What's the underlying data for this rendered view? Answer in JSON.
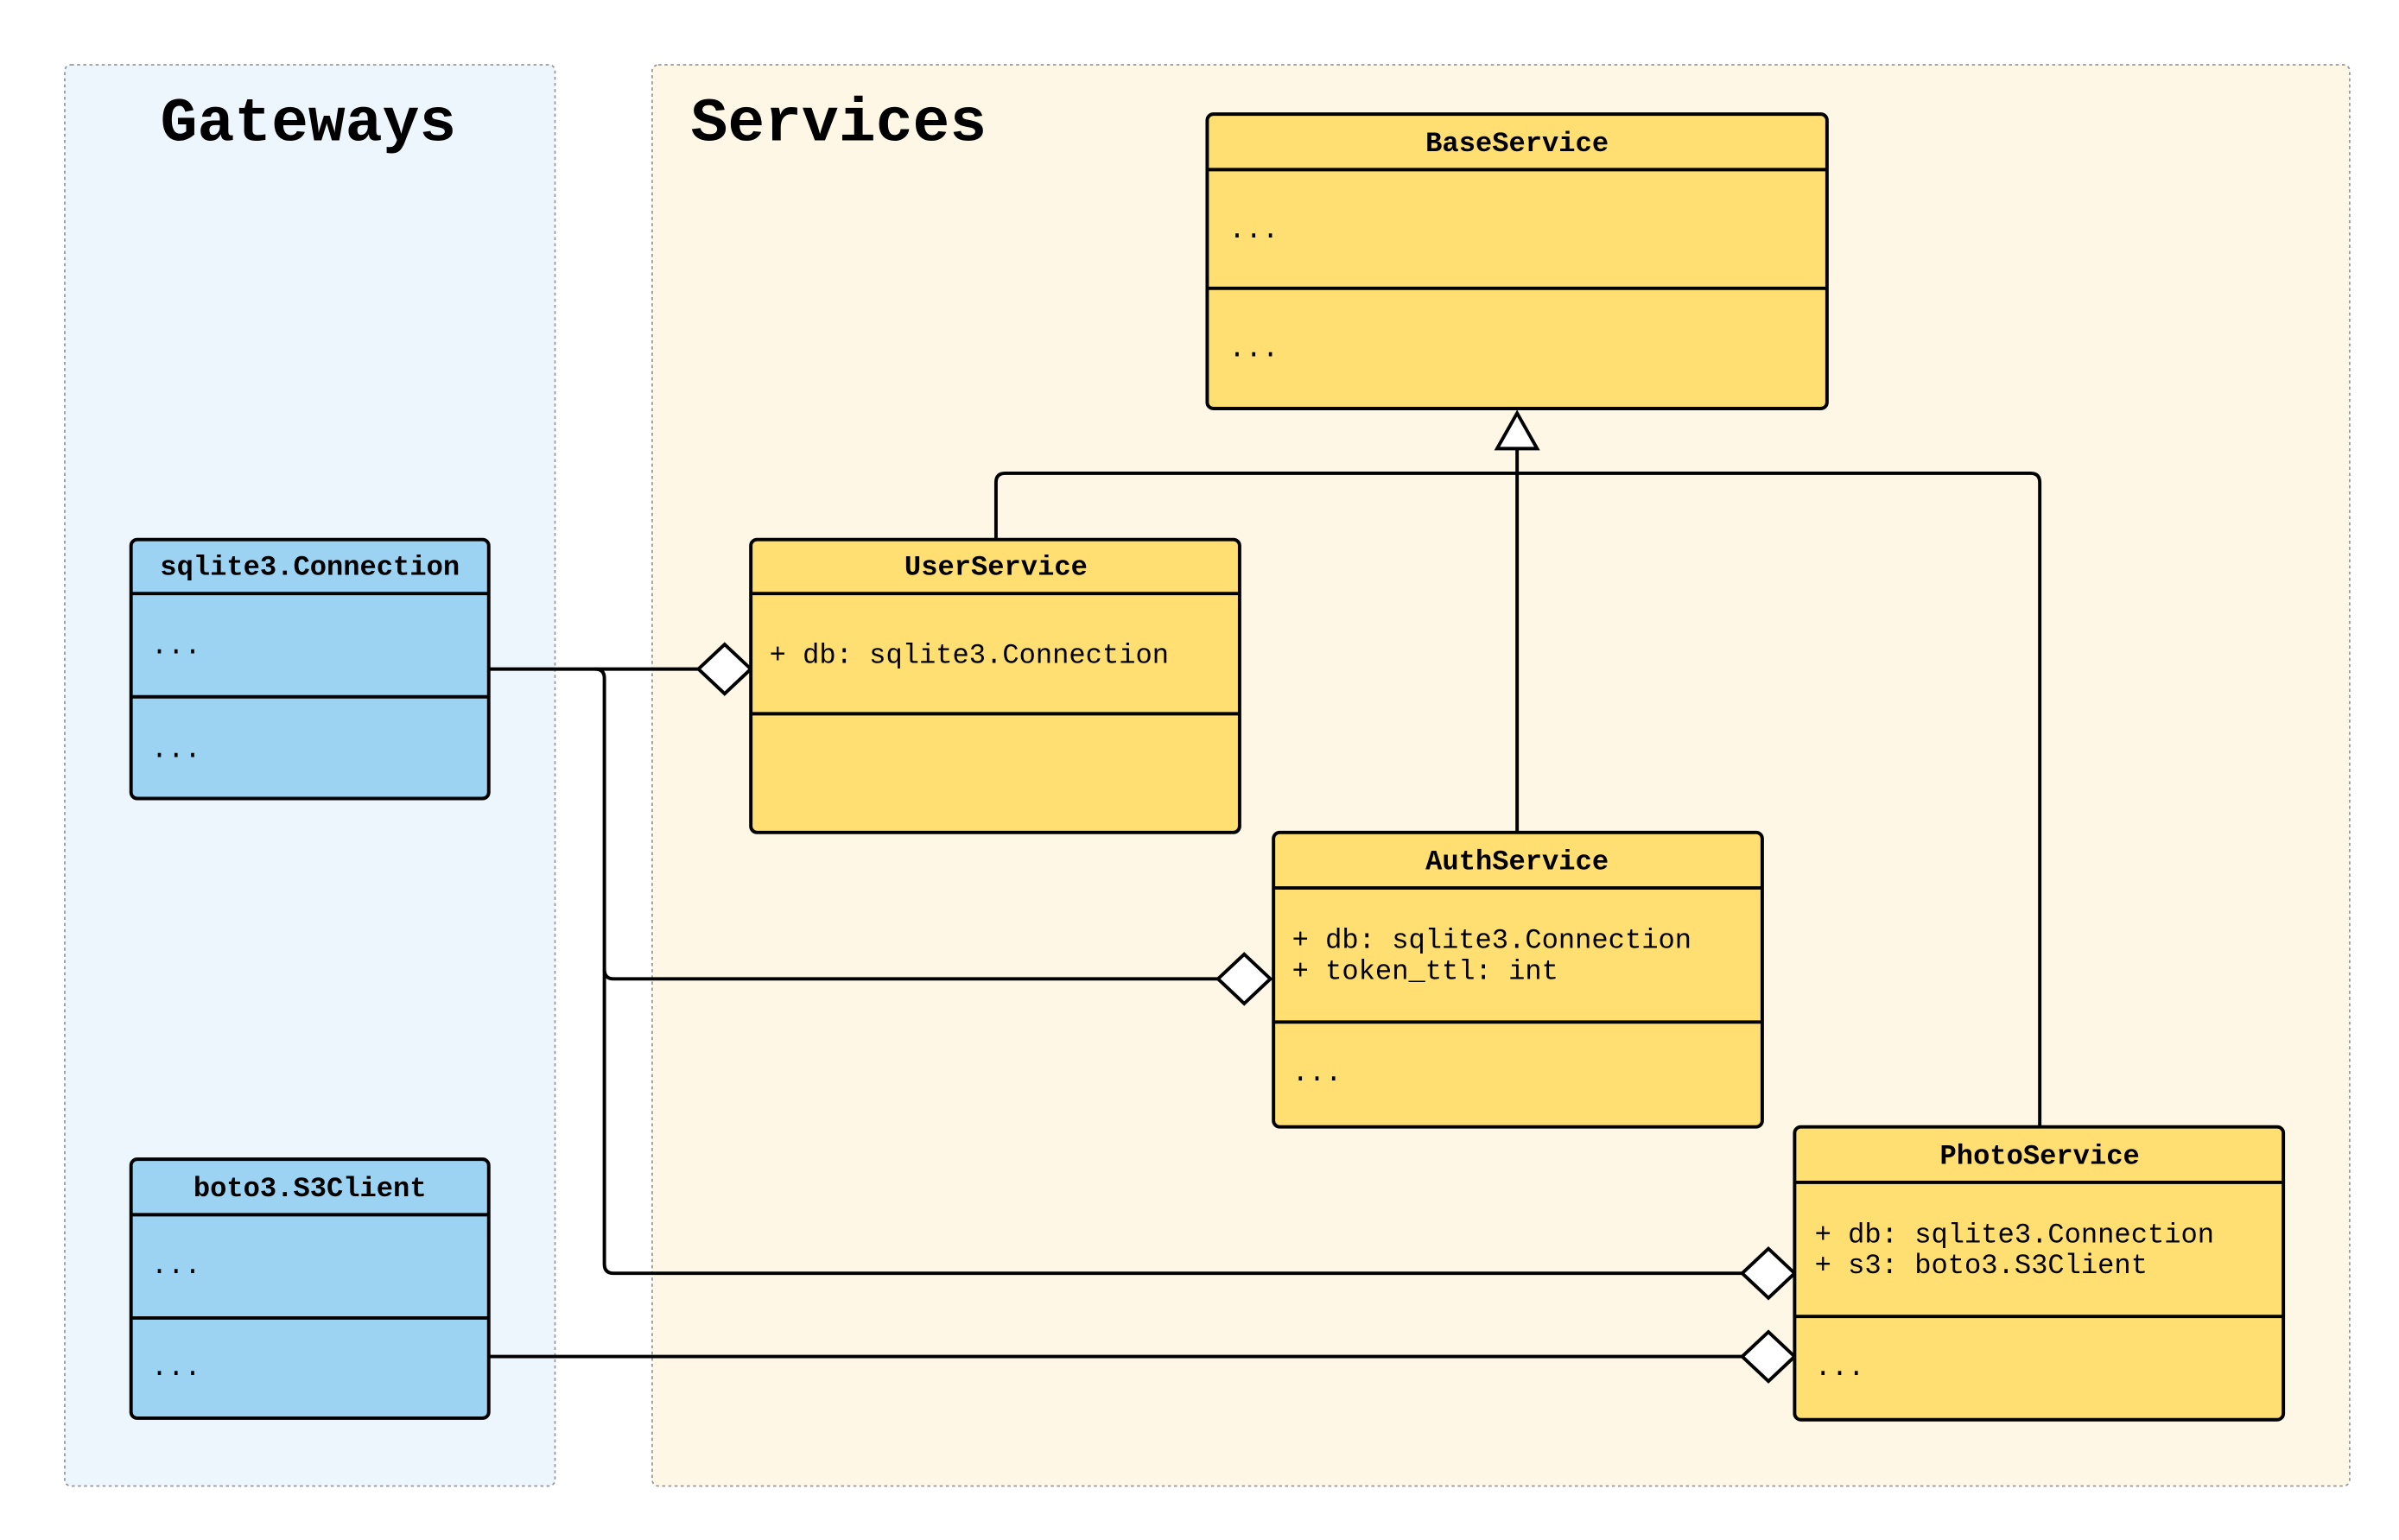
{
  "colors": {
    "gateways_panel": "#EDF5FD",
    "services_panel": "#FEF7E5",
    "gateway_class": "#9DD3F2",
    "service_class": "#FFDF72"
  },
  "gateways": {
    "title": "Gateways",
    "classes": [
      {
        "name": "sqlite3.Connection",
        "attributes": [
          "..."
        ],
        "methods": [
          "..."
        ]
      },
      {
        "name": "boto3.S3Client",
        "attributes": [
          "..."
        ],
        "methods": [
          "..."
        ]
      }
    ]
  },
  "services": {
    "title": "Services",
    "classes": [
      {
        "name": "BaseService",
        "attributes": [
          "..."
        ],
        "methods": [
          "..."
        ]
      },
      {
        "name": "UserService",
        "attributes": [
          "+ db: sqlite3.Connection"
        ],
        "methods": []
      },
      {
        "name": "AuthService",
        "attributes": [
          "+ db: sqlite3.Connection",
          "+ token_ttl: int"
        ],
        "methods": [
          "..."
        ]
      },
      {
        "name": "PhotoService",
        "attributes": [
          "+ db: sqlite3.Connection",
          "+ s3: boto3.S3Client"
        ],
        "methods": [
          "..."
        ]
      }
    ]
  },
  "relationships": [
    {
      "type": "inheritance",
      "from": "UserService",
      "to": "BaseService"
    },
    {
      "type": "inheritance",
      "from": "AuthService",
      "to": "BaseService"
    },
    {
      "type": "inheritance",
      "from": "PhotoService",
      "to": "BaseService"
    },
    {
      "type": "aggregation",
      "part": "sqlite3.Connection",
      "whole": "UserService"
    },
    {
      "type": "aggregation",
      "part": "sqlite3.Connection",
      "whole": "AuthService"
    },
    {
      "type": "aggregation",
      "part": "sqlite3.Connection",
      "whole": "PhotoService"
    },
    {
      "type": "aggregation",
      "part": "boto3.S3Client",
      "whole": "PhotoService"
    }
  ]
}
